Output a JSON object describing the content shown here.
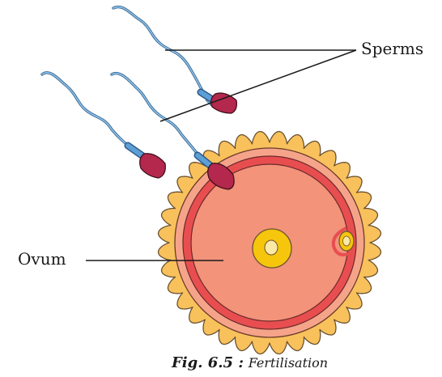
{
  "labels": {
    "sperms": "Sperms",
    "ovum": "Ovum"
  },
  "caption": {
    "number": "Fig. 6.5 :",
    "title": "Fertilisation"
  },
  "colors": {
    "corona": "#F8C15C",
    "corona_outline": "#6b5230",
    "zona": "#F5A48A",
    "membrane": "#E84E50",
    "cytoplasm": "#F2937A",
    "nucleus": "#F5C60C",
    "nucleolus": "#FCE9A6",
    "sperm_head": "#B3284C",
    "sperm_midpiece": "#5C9FD6",
    "sperm_tail": "#8EC2EC",
    "ink": "#1a1a1a"
  }
}
